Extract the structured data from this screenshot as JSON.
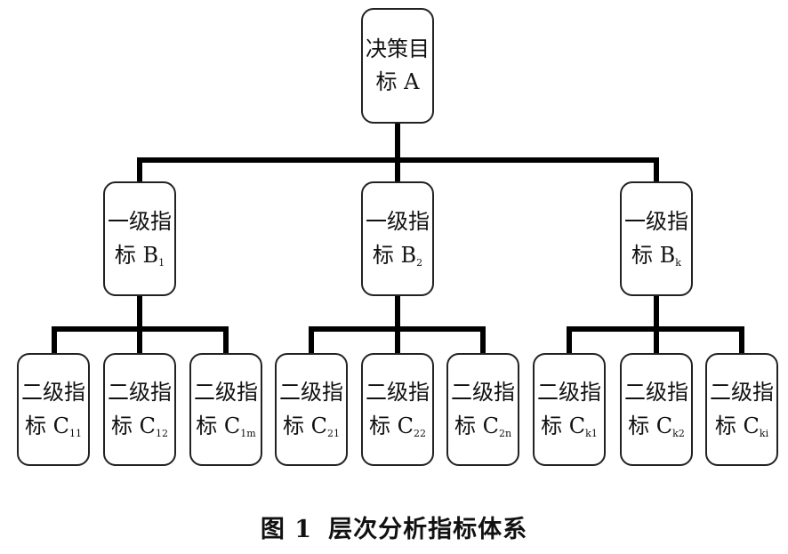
{
  "diagram": {
    "root": {
      "line1": "决策目",
      "line2": "标 A"
    },
    "level2": [
      {
        "line1": "一级指",
        "line2_main": "标 B",
        "line2_sub": "1",
        "children": [
          {
            "line1": "二级指",
            "line2_main": "标 C",
            "line2_sub": "11"
          },
          {
            "line1": "二级指",
            "line2_main": "标 C",
            "line2_sub": "12"
          },
          {
            "line1": "二级指",
            "line2_main": "标 C",
            "line2_sub": "1m"
          }
        ]
      },
      {
        "line1": "一级指",
        "line2_main": "标 B",
        "line2_sub": "2",
        "children": [
          {
            "line1": "二级指",
            "line2_main": "标 C",
            "line2_sub": "21"
          },
          {
            "line1": "二级指",
            "line2_main": "标 C",
            "line2_sub": "22"
          },
          {
            "line1": "二级指",
            "line2_main": "标 C",
            "line2_sub": "2n"
          }
        ]
      },
      {
        "line1": "一级指",
        "line2_main": "标 B",
        "line2_sub": "k",
        "children": [
          {
            "line1": "二级指",
            "line2_main": "标 C",
            "line2_sub": "k1"
          },
          {
            "line1": "二级指",
            "line2_main": "标 C",
            "line2_sub": "k2"
          },
          {
            "line1": "二级指",
            "line2_main": "标 C",
            "line2_sub": "ki"
          }
        ]
      }
    ]
  },
  "caption": {
    "figure_number": "图 1",
    "title": "层次分析指标体系"
  },
  "colors": {
    "connector": "#000000",
    "box_border": "#222222",
    "text": "#111111",
    "background": "#ffffff"
  }
}
